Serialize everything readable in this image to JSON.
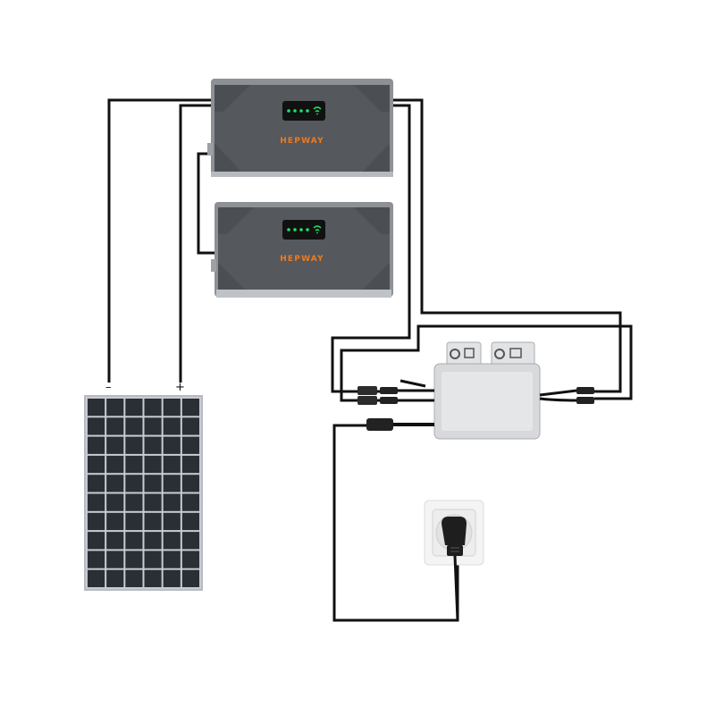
{
  "battery_top": {
    "brand": "HEPWAY",
    "status_leds": [
      "on",
      "on",
      "on",
      "on"
    ],
    "icon": "wifi-icon"
  },
  "battery_bottom": {
    "brand": "HEPWAY",
    "status_leds": [
      "on",
      "on",
      "on",
      "on"
    ],
    "icon": "wifi-icon"
  },
  "solar_panel": {
    "negative_label": "–",
    "positive_label": "+",
    "rows": 10,
    "cols": 6
  },
  "inverter": {
    "icon": "plug-icon"
  },
  "outlet": {
    "icon": "schuko-plug-icon"
  },
  "colors": {
    "battery_body": "#5a5d62",
    "battery_frame": "#8d9095",
    "brand_accent": "#f07a1a",
    "led_green": "#22e06a",
    "wire": "#111111",
    "panel_cell": "#2a2e35",
    "panel_gap": "#c9ccd1",
    "inverter_body": "#d7d9dc"
  }
}
